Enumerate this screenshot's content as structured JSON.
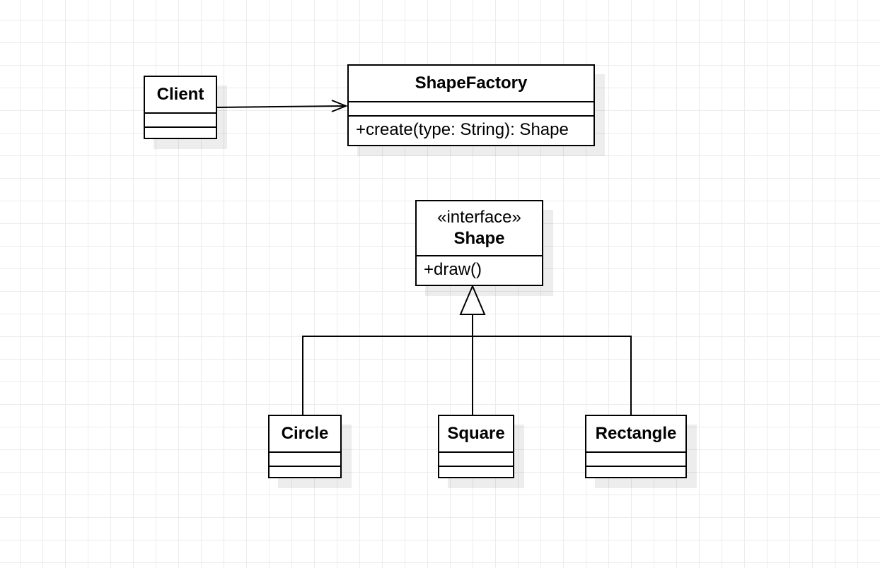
{
  "diagram": {
    "classes": {
      "client": {
        "name": "Client"
      },
      "shape_factory": {
        "name": "ShapeFactory",
        "operation": "+create(type: String): Shape"
      },
      "shape": {
        "stereotype": "«interface»",
        "name": "Shape",
        "operation": "+draw()"
      },
      "circle": {
        "name": "Circle"
      },
      "square": {
        "name": "Square"
      },
      "rectangle": {
        "name": "Rectangle"
      }
    },
    "relationships": [
      {
        "type": "association",
        "from": "Client",
        "to": "ShapeFactory"
      },
      {
        "type": "realization",
        "from": "Circle",
        "to": "Shape"
      },
      {
        "type": "realization",
        "from": "Square",
        "to": "Shape"
      },
      {
        "type": "realization",
        "from": "Rectangle",
        "to": "Shape"
      }
    ]
  }
}
